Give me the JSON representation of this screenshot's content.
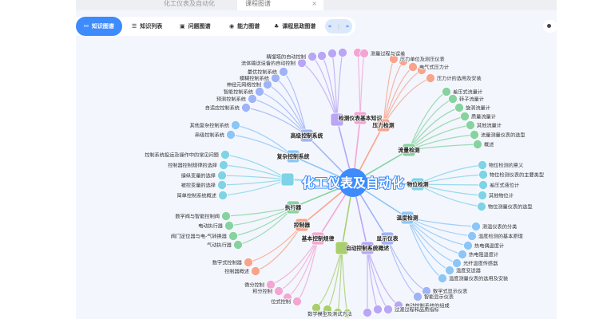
{
  "window_tabs": [
    {
      "label": "化工仪表及自动化"
    },
    {
      "label": "课程图谱",
      "close": "×"
    }
  ],
  "toolbar": {
    "items": [
      {
        "label": "知识图谱",
        "icon": "graph-icon"
      },
      {
        "label": "知识列表",
        "icon": "list-icon"
      },
      {
        "label": "问题图谱",
        "icon": "question-icon"
      },
      {
        "label": "能力图谱",
        "icon": "ability-icon"
      },
      {
        "label": "课程思政图谱",
        "icon": "ideology-icon"
      }
    ],
    "prev": "«",
    "next": "»"
  },
  "graph": {
    "center": {
      "label": "化工仪表及自动化",
      "color": "#3d8bfd"
    },
    "hubs": [
      {
        "label": "",
        "color": "#b9a6f5",
        "leaves": [
          "流体输送设备的自动控制",
          "精馏塔的自动控制",
          "",
          "",
          ""
        ]
      },
      {
        "label": "检测仪表基本知识",
        "color": "#f3a6d3",
        "leaves": [
          "",
          "测量过程与误差"
        ]
      },
      {
        "label": "压力检测",
        "color": "#f7a48c",
        "leaves": [
          "压力单位及测压仪表",
          "",
          "电气式压力计",
          "",
          "压力计的选用及安装"
        ]
      },
      {
        "label": "高级控制系统",
        "color": "#9fb3f7",
        "leaves": [
          "最优控制系统",
          "模糊控制系统",
          "神经元网络控制",
          "智能控制系统",
          "预测控制系统",
          "自适应控制系统"
        ]
      },
      {
        "label": "复杂控制系统",
        "color": "#8cc6f7",
        "leaves": [
          "其他复杂控制系统",
          "串级控制系统"
        ]
      },
      {
        "label": "",
        "color": "#7fd3e6",
        "leaves": [
          "控制系统投运及操作中的常见问题",
          "控制器控制规律的选择",
          "操纵变量的选择",
          "被控变量的选择",
          "简单控制系统概述"
        ]
      },
      {
        "label": "流量检测",
        "color": "#86d3a0",
        "leaves": [
          "差压式流量计",
          "转子流量计",
          "旋涡流量计",
          "质量流量计",
          "其他流量计",
          "流量测量仪表的选型",
          "概述"
        ]
      },
      {
        "label": "物位检测",
        "color": "#7fd3e6",
        "leaves": [
          "物位检测的意义",
          "物位检测仪表的主要类型",
          "差压式液位计",
          "其他物位计",
          "物位测量仪表的选型"
        ]
      },
      {
        "label": "温度检测",
        "color": "#8cc6f7",
        "leaves": [
          "测温仪表的分类",
          "温度检测的基本原理",
          "热电偶温度计",
          "热电阻温度计",
          "光纤温度传感器",
          "温度变送器",
          "温度测量仪表的选用及安装"
        ]
      },
      {
        "label": "执行器",
        "color": "#86d3a0",
        "leaves": [
          "数字阀与智能控制阀",
          "电动执行器",
          "阀门定位器与电-气转换器",
          "气动执行器"
        ]
      },
      {
        "label": "控制器",
        "color": "#f7a48c",
        "leaves": [
          "数字式控制器",
          "控制器概述"
        ]
      },
      {
        "label": "基本控制规律",
        "color": "#f3a6d3",
        "leaves": [
          "微分控制",
          "积分控制",
          "",
          "位式控制"
        ]
      },
      {
        "label": "",
        "color": "#a8cf6c",
        "leaves": [
          "数学模型及测试方法",
          "",
          "",
          ""
        ]
      },
      {
        "label": "自动控制系统概述",
        "color": "#b9a6f5",
        "leaves": [
          "自动控制系统的组成",
          "过渡过程和品质指标",
          "",
          ""
        ]
      },
      {
        "label": "显示仪表",
        "color": "#9fb3f7",
        "leaves": [
          "数字式显示仪表",
          "智能显示仪表"
        ]
      }
    ]
  }
}
